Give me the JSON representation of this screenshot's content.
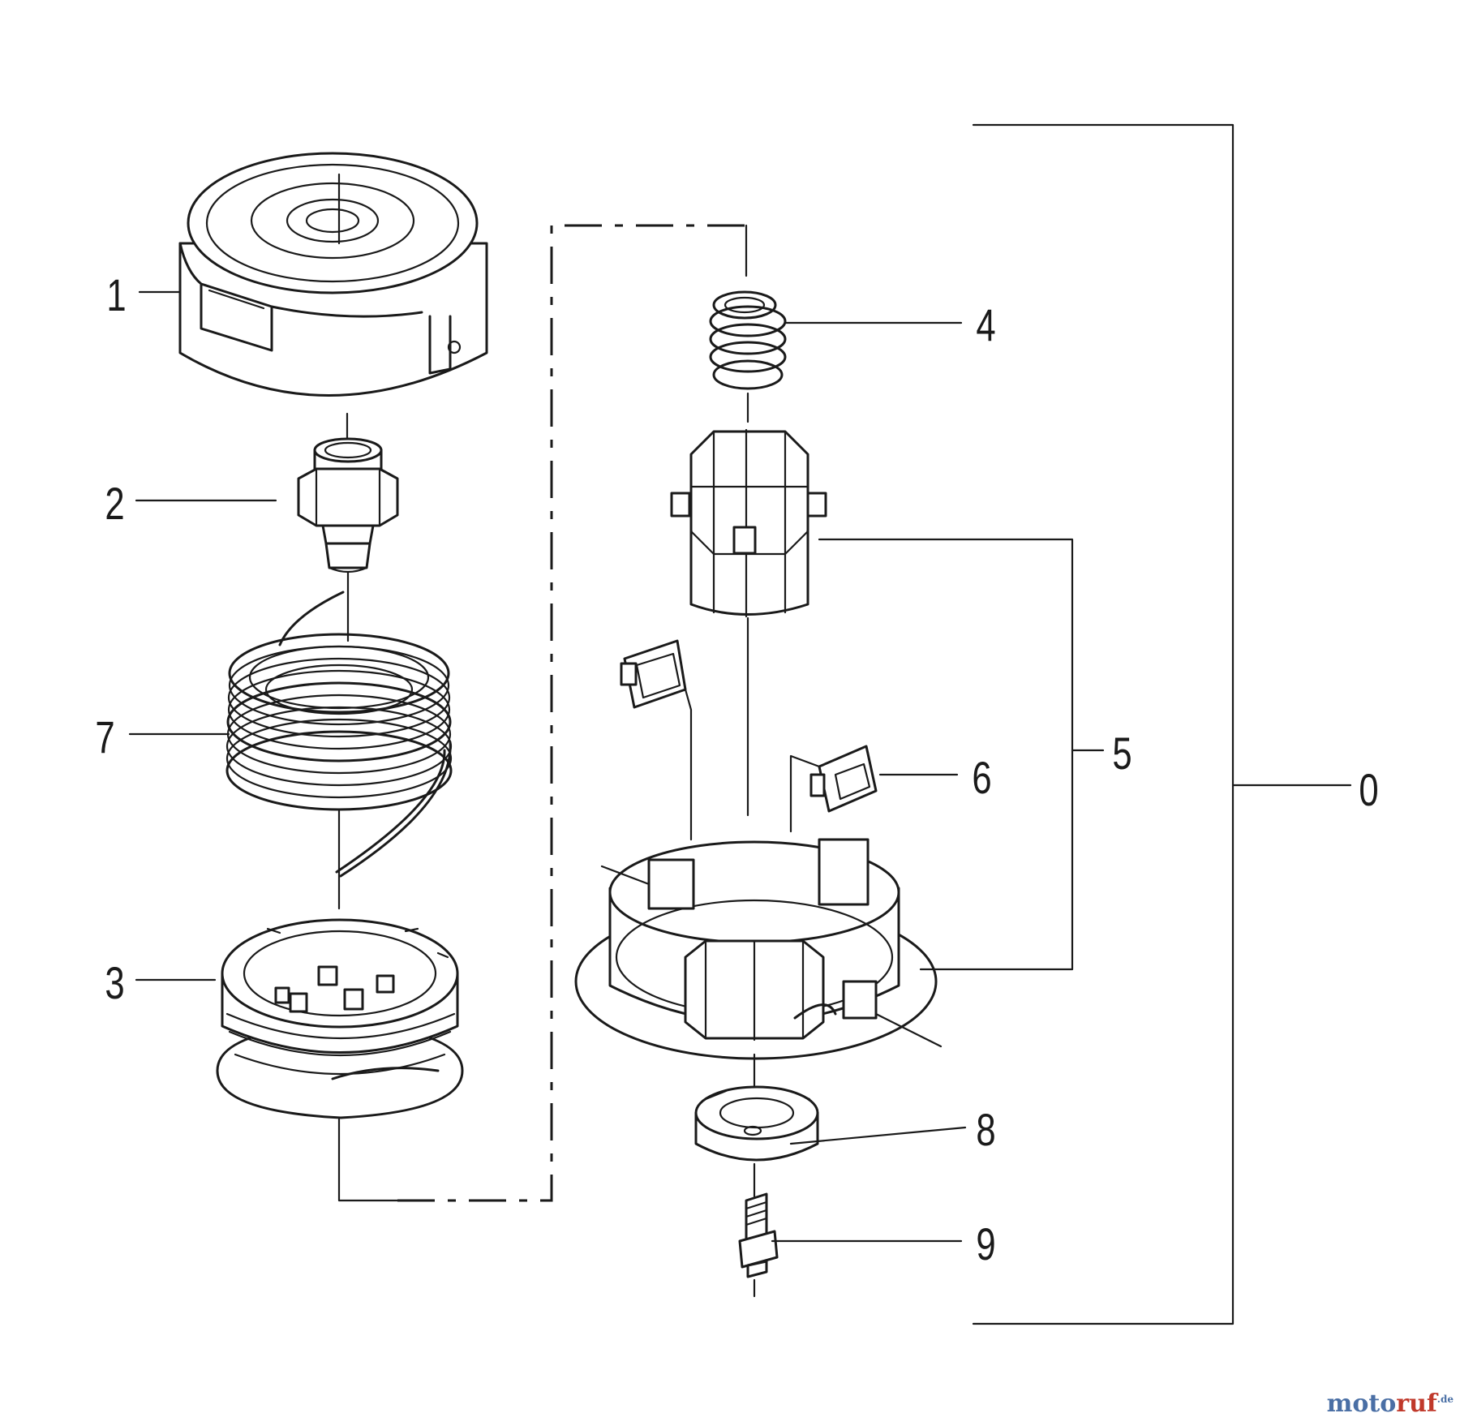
{
  "callouts": {
    "c1": "1",
    "c2": "2",
    "c3": "3",
    "c4": "4",
    "c5": "5",
    "c6": "6",
    "c7": "7",
    "c8": "8",
    "c9": "9",
    "c0": "0"
  },
  "watermark": {
    "name_a": "moto",
    "name_b": "ruf",
    "tld": ".de"
  }
}
